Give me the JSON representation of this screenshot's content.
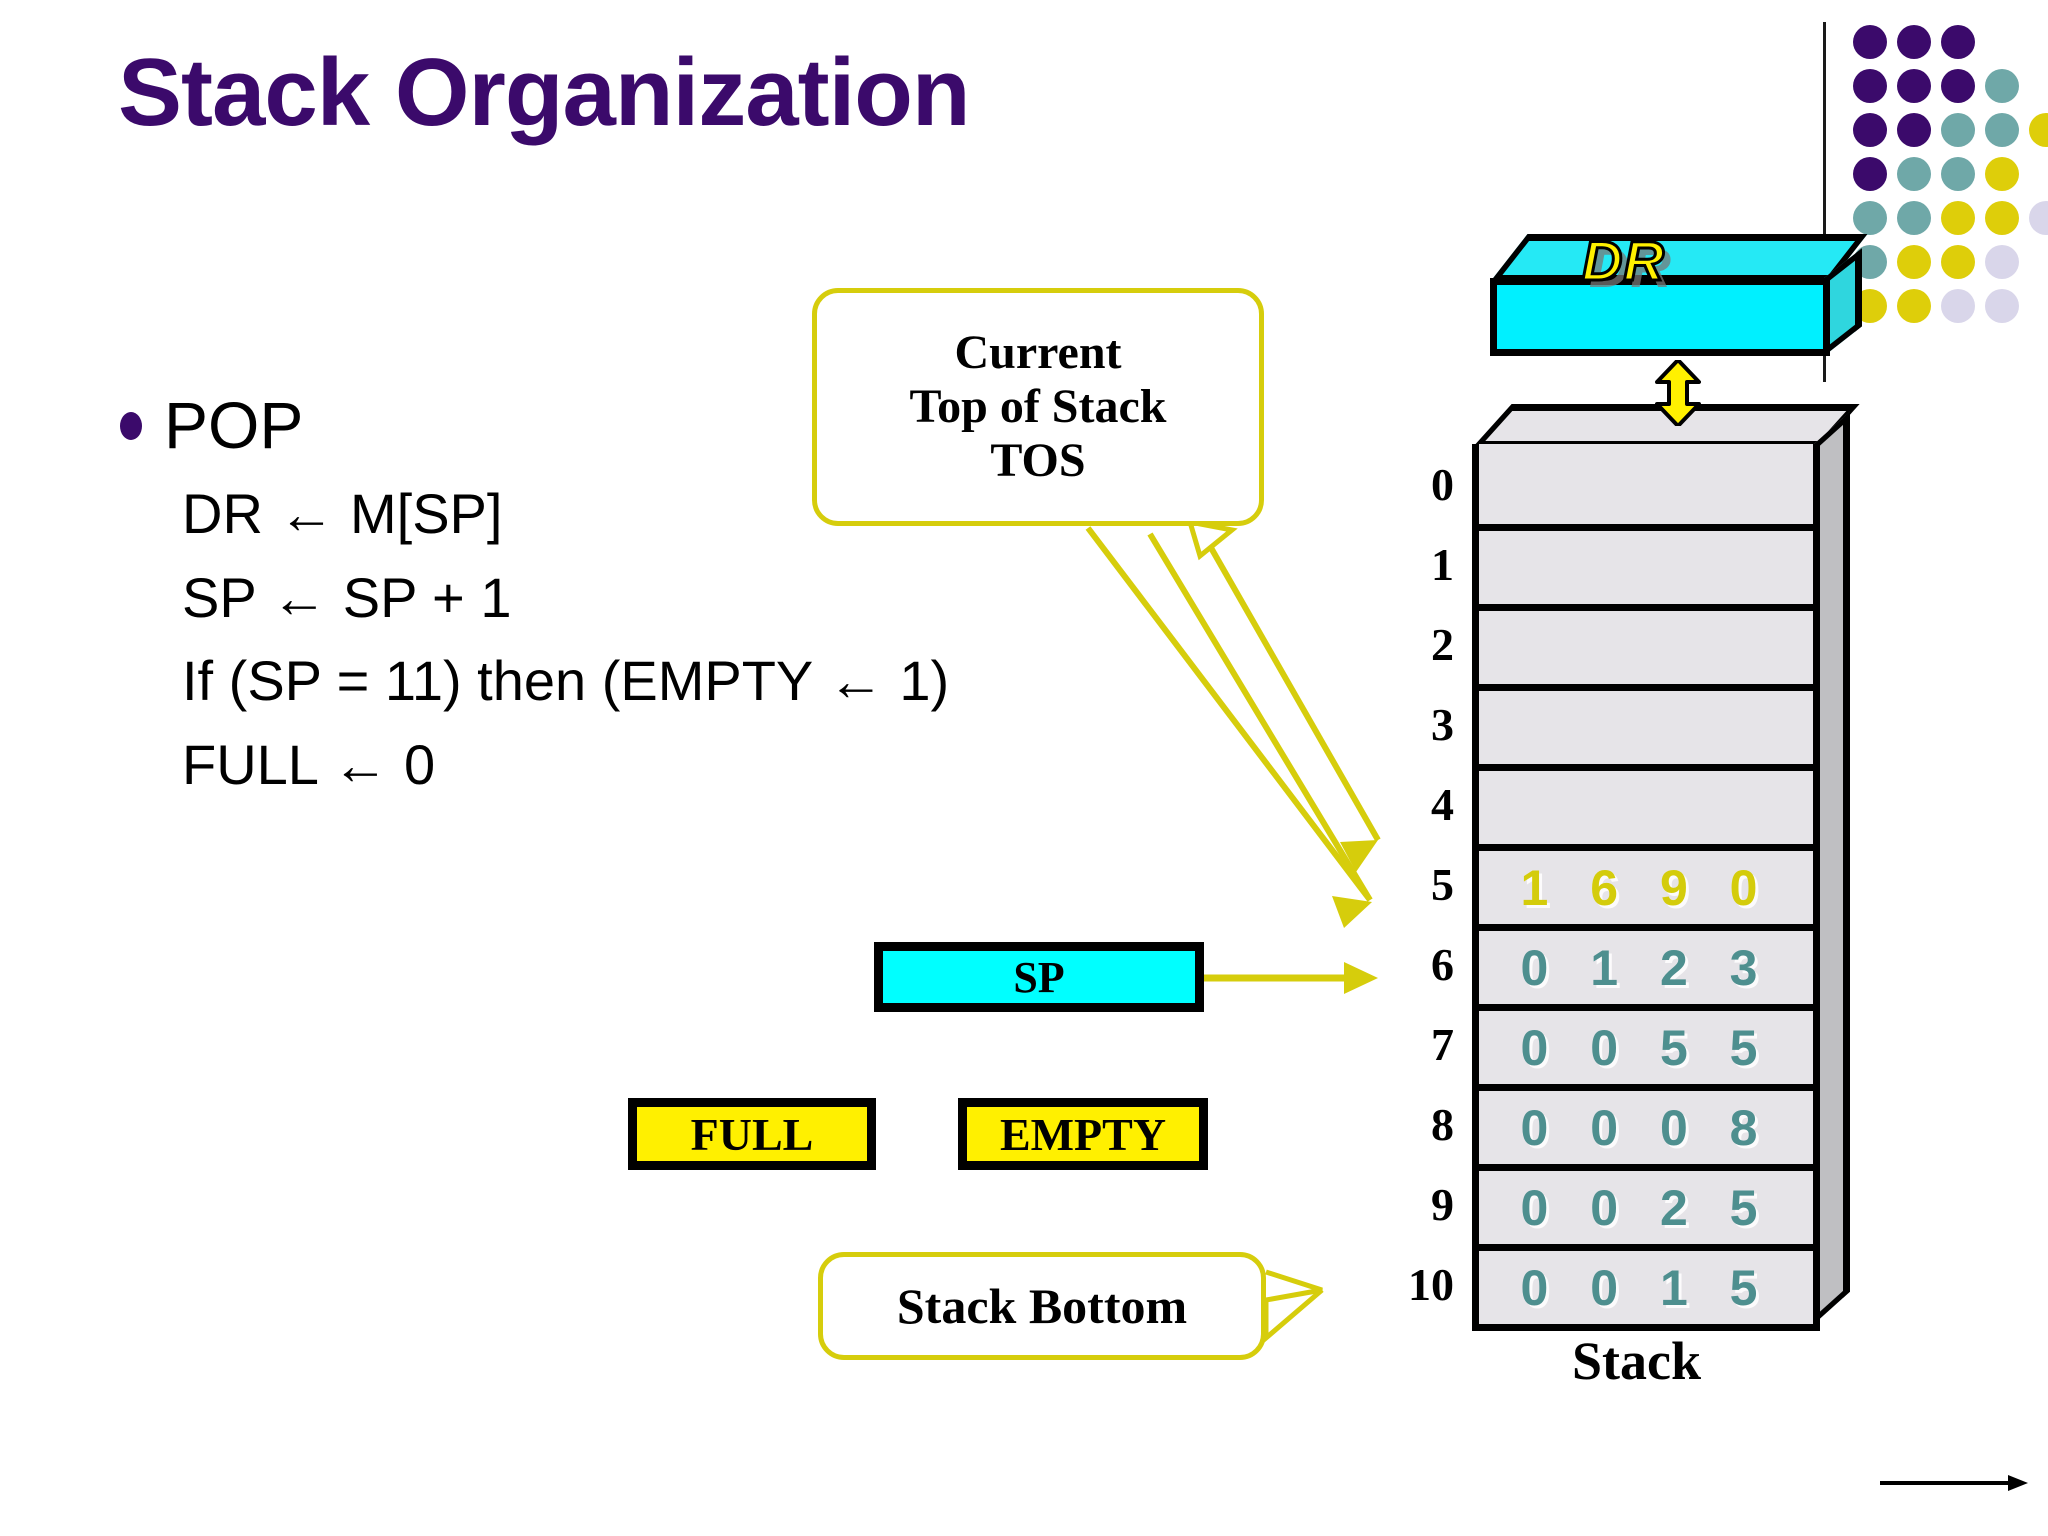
{
  "slide": {
    "title": "Stack Organization"
  },
  "bullets": [
    {
      "label": "POP",
      "lines": [
        "DR ← M[SP]",
        "SP ← SP + 1",
        "If (SP = 11) then (EMPTY ← 1)",
        "FULL ← 0"
      ]
    }
  ],
  "callouts": {
    "tos": "Current\nTop of Stack\nTOS",
    "tos_lines": [
      "Current",
      "Top of Stack",
      "TOS"
    ],
    "stack_bottom": "Stack Bottom"
  },
  "labels": {
    "sp": "SP",
    "full": "FULL",
    "empty": "EMPTY",
    "dr": "DR",
    "stack_caption": "Stack"
  },
  "stack": {
    "indices": [
      "0",
      "1",
      "2",
      "3",
      "4",
      "5",
      "6",
      "7",
      "8",
      "9",
      "10"
    ],
    "cells": [
      {
        "index": "0",
        "value": "",
        "tos": false
      },
      {
        "index": "1",
        "value": "",
        "tos": false
      },
      {
        "index": "2",
        "value": "",
        "tos": false
      },
      {
        "index": "3",
        "value": "",
        "tos": false
      },
      {
        "index": "4",
        "value": "",
        "tos": false
      },
      {
        "index": "5",
        "value": "1690",
        "tos": true
      },
      {
        "index": "6",
        "value": "0123",
        "tos": false
      },
      {
        "index": "7",
        "value": "0055",
        "tos": false
      },
      {
        "index": "8",
        "value": "0008",
        "tos": false
      },
      {
        "index": "9",
        "value": "0025",
        "tos": false
      },
      {
        "index": "10",
        "value": "0015",
        "tos": false
      }
    ]
  },
  "colors": {
    "title_purple": "#3B0A6B",
    "callout_border": "#D6CD0C",
    "cyan_box": "#00FFFF",
    "yellow_box": "#FFF000",
    "tos_value": "#D4CC0B",
    "stack_value": "#4E8F8F",
    "stack_fill": "#E6E4E8",
    "stack_side": "#BFBFC2"
  },
  "decor": {
    "dot_grid": [
      [
        "purple",
        "purple",
        "purple",
        "empty",
        "empty"
      ],
      [
        "purple",
        "purple",
        "purple",
        "teal",
        "empty"
      ],
      [
        "purple",
        "purple",
        "teal",
        "teal",
        "yellow"
      ],
      [
        "purple",
        "teal",
        "teal",
        "yellow",
        "empty"
      ],
      [
        "teal",
        "teal",
        "yellow",
        "yellow",
        "lilac"
      ],
      [
        "teal",
        "yellow",
        "yellow",
        "lilac",
        "empty"
      ],
      [
        "yellow",
        "yellow",
        "lilac",
        "lilac",
        "empty"
      ]
    ]
  }
}
